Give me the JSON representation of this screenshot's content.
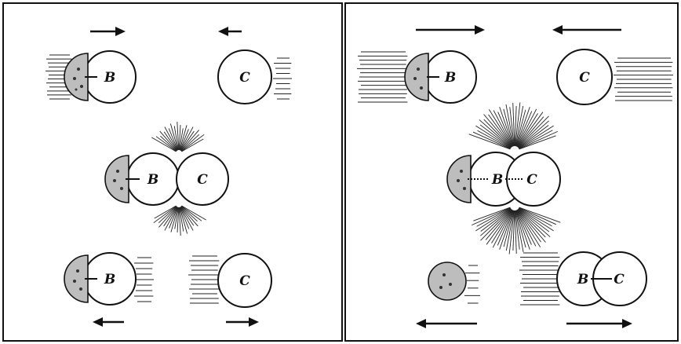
{
  "left_panel": {
    "row1": {
      "ball1_label": "B",
      "ball2_label": "C"
    },
    "row2": {
      "ball1_label": "B",
      "ball2_label": "C"
    },
    "row3": {
      "ball1_label": "B",
      "ball2_label": "C"
    }
  },
  "right_panel": {
    "row1": {
      "ball1_label": "B",
      "ball2_label": "C"
    },
    "row2": {
      "ball1_label": "B",
      "ball2_label": "C"
    },
    "row3": {
      "ball1_label": "B",
      "ball2_label": "C"
    }
  },
  "colors": {
    "ink": "#111111",
    "nucleus_fill": "#bdbdbd",
    "background": "#ffffff"
  },
  "icons": {
    "nucleus": "nucleus-icon",
    "arrow": "arrow-icon"
  }
}
